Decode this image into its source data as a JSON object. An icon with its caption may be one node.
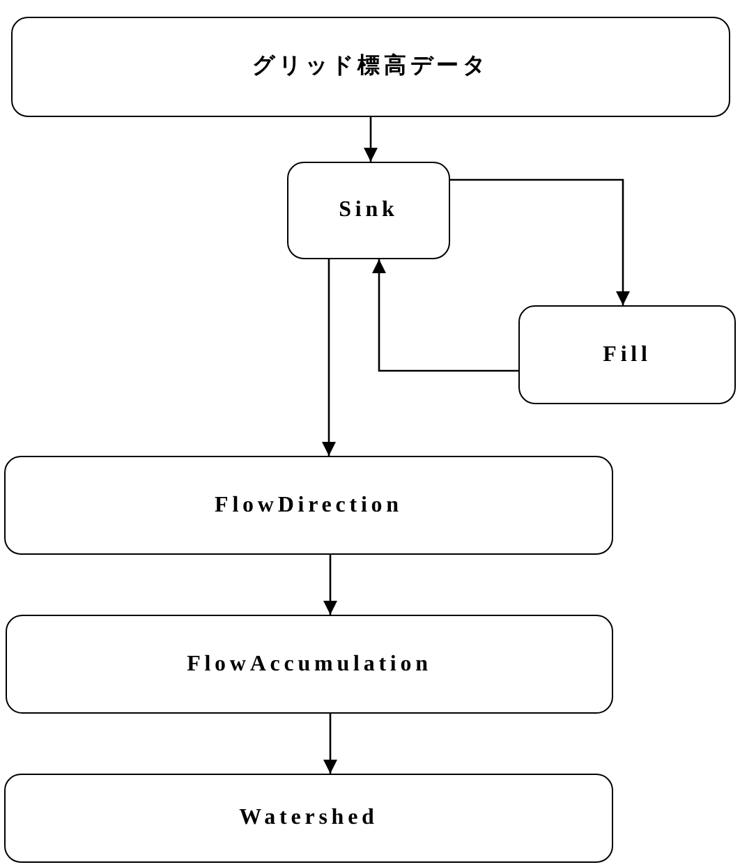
{
  "diagram": {
    "nodes": [
      {
        "text": [
          "グリッド標高データ"
        ]
      },
      {
        "text": [
          "Sink"
        ]
      },
      {
        "text": [
          "Fill"
        ]
      },
      {
        "text": [
          "FlowDirection"
        ]
      },
      {
        "text": [
          "FlowAccumulation"
        ]
      },
      {
        "text": [
          "Watershed"
        ]
      }
    ],
    "edges": [
      {
        "from": 0,
        "to": 1,
        "arrow": "to"
      },
      {
        "from": 1,
        "to": 2,
        "arrow": "to"
      },
      {
        "from": 2,
        "to": 1,
        "arrow": "to"
      },
      {
        "from": 1,
        "to": 3,
        "arrow": "to"
      },
      {
        "from": 3,
        "to": 4,
        "arrow": "to"
      },
      {
        "from": 4,
        "to": 5,
        "arrow": "to"
      }
    ]
  }
}
